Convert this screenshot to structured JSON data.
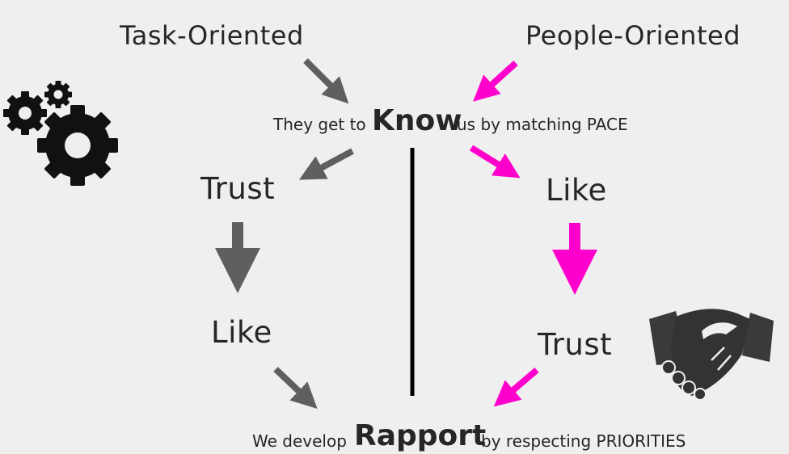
{
  "left_heading": "Task-Oriented",
  "right_heading": "People-Oriented",
  "know_line": {
    "prefix": "They get to",
    "keyword": "Know",
    "suffix": "us by matching  PACE"
  },
  "task_path": [
    "Trust",
    "Like"
  ],
  "people_path": [
    "Like",
    "Trust"
  ],
  "rapport_line": {
    "prefix": "We develop",
    "keyword": "Rapport",
    "suffix": "by respecting PRIORITIES"
  },
  "colors": {
    "task_arrow": "#5f5f5f",
    "people_arrow": "#ff00cc",
    "text": "#262626",
    "icon": "#111111",
    "background": "#efefef"
  },
  "icons": [
    "gears-icon",
    "handshake-icon"
  ]
}
